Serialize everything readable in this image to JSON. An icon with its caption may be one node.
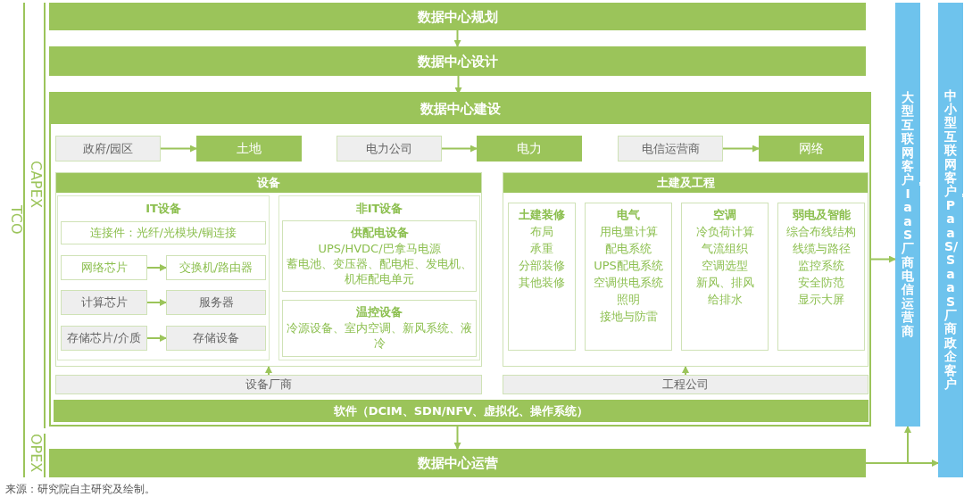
{
  "diagram": {
    "nodes": [
      {
        "text": [
          "数据中心规划"
        ]
      },
      {
        "text": [
          "数据中心设计"
        ]
      },
      {
        "text": [],
        "shape": "box"
      },
      {
        "text": [
          "数据中心建设"
        ],
        "in": 2
      },
      {
        "text": [
          "政府/园区"
        ],
        "in": 2
      },
      {
        "text": [
          "土地"
        ],
        "in": 2
      },
      {
        "text": [
          "电力公司"
        ],
        "in": 2
      },
      {
        "text": [
          "电力"
        ],
        "in": 2
      },
      {
        "text": [
          "电信运营商"
        ],
        "in": 2
      },
      {
        "text": [
          "网络"
        ],
        "in": 2
      },
      {
        "text": [
          "设备"
        ],
        "in": 2
      },
      {
        "text": [
          "IT设备"
        ],
        "in": 10
      },
      {
        "text": [
          "连接件：光纤/光模块/铜连接"
        ],
        "in": 11
      },
      {
        "text": [
          "网络芯片"
        ],
        "in": 11
      },
      {
        "text": [
          "交换机/路由器"
        ],
        "in": 11
      },
      {
        "text": [
          "计算芯片"
        ],
        "in": 11
      },
      {
        "text": [
          "服务器"
        ],
        "in": 11
      },
      {
        "text": [
          "存储芯片/介质"
        ],
        "in": 11
      },
      {
        "text": [
          "存储设备"
        ],
        "in": 11
      },
      {
        "text": [
          "非IT设备"
        ],
        "in": 10
      },
      {
        "text": [
          "供配电设备",
          "UPS/HVDC/巴拿马电源",
          "蓄电池、变压器、配电柜、发电机、机柜配电单元"
        ],
        "in": 19
      },
      {
        "text": [
          "温控设备",
          "冷源设备、室内空调、新风系统、液冷"
        ],
        "in": 19
      },
      {
        "text": [
          "土建及工程"
        ],
        "in": 2
      },
      {
        "text": [
          "土建装修",
          "布局",
          "承重",
          "分部装修",
          "其他装修"
        ],
        "in": 22
      },
      {
        "text": [
          "电气",
          "用电量计算",
          "配电系统",
          "UPS配电系统",
          "空调供电系统",
          "照明",
          "接地与防雷"
        ],
        "in": 22
      },
      {
        "text": [
          "空调",
          "冷负荷计算",
          "气流组织",
          "空调选型",
          "新风、排风",
          "给排水"
        ],
        "in": 22
      },
      {
        "text": [
          "弱电及智能",
          "综合布线结构",
          "线缆与路径",
          "监控系统",
          "安全防范",
          "显示大屏"
        ],
        "in": 22
      },
      {
        "text": [
          "设备厂商"
        ],
        "in": 2
      },
      {
        "text": [
          "工程公司"
        ],
        "in": 2
      },
      {
        "text": [
          "软件（DCIM、SDN/NFV、虚拟化、操作系统）"
        ],
        "in": 2
      },
      {
        "text": [
          "数据中心运营"
        ]
      },
      {
        "text": [
          "大型互联网客户，IaaS厂商电信运营商"
        ]
      },
      {
        "text": [
          "中小型互联网客户，PaaS/SaaS厂商政企客户"
        ]
      }
    ],
    "edges": [
      {
        "from": 0,
        "to": 1,
        "arrow": "to"
      },
      {
        "from": 1,
        "to": 3,
        "arrow": "to"
      },
      {
        "from": 4,
        "to": 5,
        "arrow": "to"
      },
      {
        "from": 6,
        "to": 7,
        "arrow": "to"
      },
      {
        "from": 8,
        "to": 9,
        "arrow": "to"
      },
      {
        "from": 13,
        "to": 14,
        "arrow": "to"
      },
      {
        "from": 15,
        "to": 16,
        "arrow": "to"
      },
      {
        "from": 17,
        "to": 18,
        "arrow": "to"
      },
      {
        "from": 27,
        "to": 10,
        "arrow": "to"
      },
      {
        "from": 28,
        "to": 22,
        "arrow": "to"
      },
      {
        "from": 2,
        "to": 30,
        "arrow": "to"
      },
      {
        "from": 2,
        "to": 31,
        "arrow": "to"
      },
      {
        "from": 30,
        "to": 31,
        "arrow": "to"
      },
      {
        "from": 30,
        "to": 32,
        "arrow": "to"
      }
    ],
    "labels": [
      "TCO",
      "CAPEX",
      "OPEX",
      "来源：研究院自主研究及绘制。"
    ]
  }
}
